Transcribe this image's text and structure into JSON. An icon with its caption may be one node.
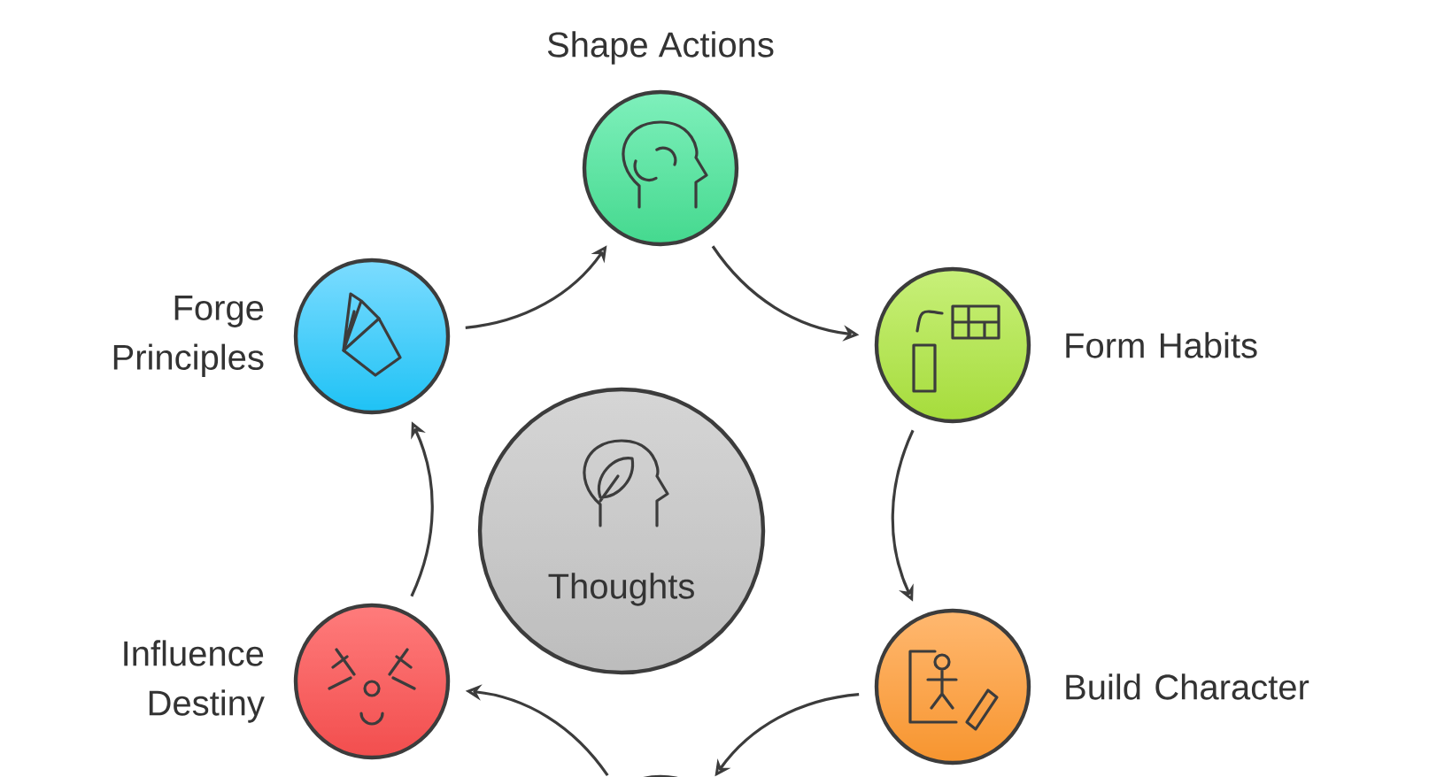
{
  "diagram": {
    "nodes": [
      {
        "text": [
          "Thoughts"
        ]
      },
      {
        "text": [
          "Shape Actions"
        ]
      },
      {
        "text": [
          "Form Habits"
        ]
      },
      {
        "text": [
          "Build Character"
        ]
      },
      {
        "text": [],
        "shape": "circle"
      },
      {
        "text": [
          "Influence Destiny"
        ]
      },
      {
        "text": [
          "Forge Principles"
        ]
      }
    ],
    "edges": [
      {
        "from": 6,
        "to": 1,
        "arrow": "to"
      },
      {
        "from": 1,
        "to": 2,
        "arrow": "to"
      },
      {
        "from": 2,
        "to": 3,
        "arrow": "to"
      },
      {
        "from": 3,
        "to": 4,
        "arrow": "to"
      },
      {
        "from": 4,
        "to": 5,
        "arrow": "to"
      },
      {
        "from": 5,
        "to": 6,
        "arrow": "to"
      }
    ]
  }
}
